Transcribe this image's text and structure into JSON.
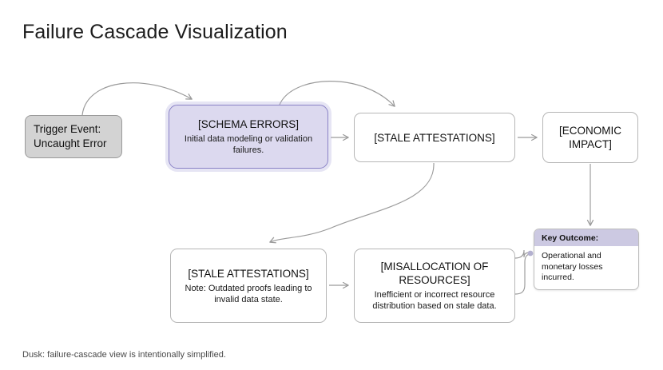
{
  "page": {
    "title": "Failure Cascade Visualization",
    "footer_note": "Dusk: failure-cascade view is intentionally simplified."
  },
  "colors": {
    "background": "#ffffff",
    "edge": "#9a9a9a",
    "default_node_fill": "#ffffff",
    "default_node_border": "#b6b6b6",
    "trigger_fill": "#d3d3d3",
    "trigger_border": "#9a9a9a",
    "highlight_fill": "#dcd9ef",
    "highlight_border": "#8a82c6",
    "key_outcome_header": "#ccc9e2",
    "title_text": "#1c1c1c",
    "footer_text": "#4a4a4a"
  },
  "nodes": {
    "trigger": {
      "title": "Trigger Event:",
      "subtitle": "Uncaught Error"
    },
    "schema_errors": {
      "title": "[SCHEMA ERRORS]",
      "desc": "Initial data modeling or validation failures."
    },
    "stale_attestations_top": {
      "title": "[STALE ATTESTATIONS]"
    },
    "economic_impact": {
      "title": "[ECONOMIC IMPACT]"
    },
    "stale_attestations_bottom": {
      "title": "[STALE ATTESTATIONS]",
      "desc": "Note: Outdated proofs leading to invalid data state."
    },
    "misallocation": {
      "title": "[MISALLOCATION OF RESOURCES]",
      "desc": "Inefficient or incorrect resource distribution based on stale data."
    },
    "key_outcome": {
      "header": "Key Outcome:",
      "body": "Operational and monetary losses incurred."
    }
  },
  "edges": [
    {
      "name": "trigger-to-schema",
      "from": "trigger",
      "to": "schema_errors",
      "style": "arc-over",
      "arrow": true
    },
    {
      "name": "schema-to-stale-top",
      "from": "schema_errors",
      "to": "stale_attestations_top",
      "style": "arc-over",
      "arrow": true
    },
    {
      "name": "schema-to-stale-top-direct",
      "from": "schema_errors",
      "to": "stale_attestations_top",
      "style": "straight",
      "arrow": true
    },
    {
      "name": "stale-top-to-economic",
      "from": "stale_attestations_top",
      "to": "economic_impact",
      "style": "straight",
      "arrow": true
    },
    {
      "name": "stale-top-to-stale-bottom",
      "from": "stale_attestations_top",
      "to": "stale_attestations_bottom",
      "style": "s-curve",
      "arrow": true
    },
    {
      "name": "stale-bottom-to-misallocation",
      "from": "stale_attestations_bottom",
      "to": "misallocation",
      "style": "straight",
      "arrow": true
    },
    {
      "name": "economic-to-key-outcome",
      "from": "economic_impact",
      "to": "key_outcome",
      "style": "vertical",
      "arrow": true
    },
    {
      "name": "misallocation-to-key-outcome",
      "from": "misallocation",
      "to": "key_outcome",
      "style": "elbow-dot",
      "arrow": false
    }
  ]
}
